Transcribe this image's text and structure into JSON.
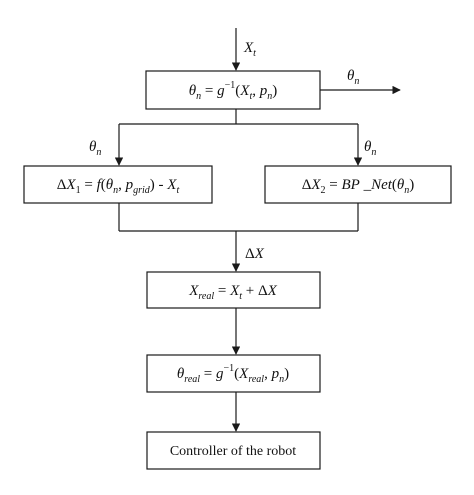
{
  "diagram": {
    "input_label": "Xt",
    "theta_output_label": "θn",
    "theta_left_label": "θn",
    "theta_right_label": "θn",
    "delta_label": "ΔX",
    "box_inverse_kinematics": "θn = g⁻¹(Xt, pn)",
    "box_grid_error": "ΔX1 = f(θn, pgrid) - Xt",
    "box_bp_net": "ΔX2 = BP _Net(θn)",
    "box_real_position": "Xreal = Xt + ΔX",
    "box_real_angle": "θreal = g⁻¹(Xreal, pn)",
    "box_controller": "Controller of the robot"
  },
  "colors": {
    "stroke": "#1a1a1a",
    "text": "#111111",
    "background": "#ffffff"
  }
}
